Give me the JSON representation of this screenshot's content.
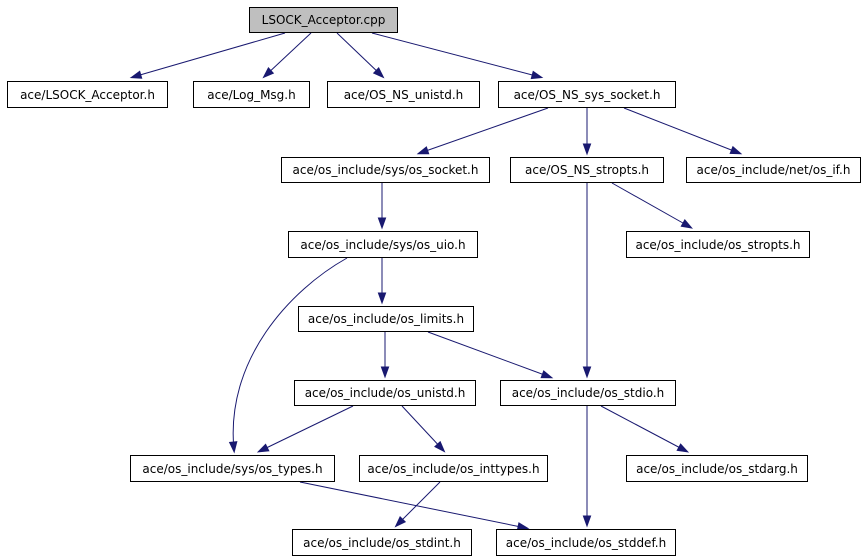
{
  "diagram": {
    "root": "LSOCK_Acceptor.cpp",
    "nodes": {
      "root": "LSOCK_Acceptor.cpp",
      "lsock_acceptor_h": "ace/LSOCK_Acceptor.h",
      "log_msg_h": "ace/Log_Msg.h",
      "os_ns_unistd_h": "ace/OS_NS_unistd.h",
      "os_ns_sys_socket_h": "ace/OS_NS_sys_socket.h",
      "sys_os_socket_h": "ace/os_include/sys/os_socket.h",
      "os_ns_stropts_h": "ace/OS_NS_stropts.h",
      "net_os_if_h": "ace/os_include/net/os_if.h",
      "sys_os_uio_h": "ace/os_include/sys/os_uio.h",
      "os_stropts_h": "ace/os_include/os_stropts.h",
      "os_limits_h": "ace/os_include/os_limits.h",
      "os_unistd_h": "ace/os_include/os_unistd.h",
      "os_stdio_h": "ace/os_include/os_stdio.h",
      "sys_os_types_h": "ace/os_include/sys/os_types.h",
      "os_inttypes_h": "ace/os_include/os_inttypes.h",
      "os_stdarg_h": "ace/os_include/os_stdarg.h",
      "os_stdint_h": "ace/os_include/os_stdint.h",
      "os_stddef_h": "ace/os_include/os_stddef.h"
    },
    "edges": [
      {
        "from": "root",
        "to": "lsock_acceptor_h"
      },
      {
        "from": "root",
        "to": "log_msg_h"
      },
      {
        "from": "root",
        "to": "os_ns_unistd_h"
      },
      {
        "from": "root",
        "to": "os_ns_sys_socket_h"
      },
      {
        "from": "os_ns_sys_socket_h",
        "to": "sys_os_socket_h"
      },
      {
        "from": "os_ns_sys_socket_h",
        "to": "os_ns_stropts_h"
      },
      {
        "from": "os_ns_sys_socket_h",
        "to": "net_os_if_h"
      },
      {
        "from": "sys_os_socket_h",
        "to": "sys_os_uio_h"
      },
      {
        "from": "os_ns_stropts_h",
        "to": "os_stropts_h"
      },
      {
        "from": "os_ns_stropts_h",
        "to": "os_stdio_h"
      },
      {
        "from": "sys_os_uio_h",
        "to": "os_limits_h"
      },
      {
        "from": "sys_os_uio_h",
        "to": "sys_os_types_h"
      },
      {
        "from": "os_limits_h",
        "to": "os_unistd_h"
      },
      {
        "from": "os_limits_h",
        "to": "os_stdio_h"
      },
      {
        "from": "os_unistd_h",
        "to": "sys_os_types_h"
      },
      {
        "from": "os_unistd_h",
        "to": "os_inttypes_h"
      },
      {
        "from": "os_stdio_h",
        "to": "os_stdarg_h"
      },
      {
        "from": "os_stdio_h",
        "to": "os_stddef_h"
      },
      {
        "from": "sys_os_types_h",
        "to": "os_stddef_h"
      },
      {
        "from": "os_inttypes_h",
        "to": "os_stdint_h"
      }
    ],
    "colors": {
      "edge": "#191970",
      "root_fill": "#bfbfbf",
      "node_fill": "#ffffff",
      "node_border": "#000000"
    }
  }
}
